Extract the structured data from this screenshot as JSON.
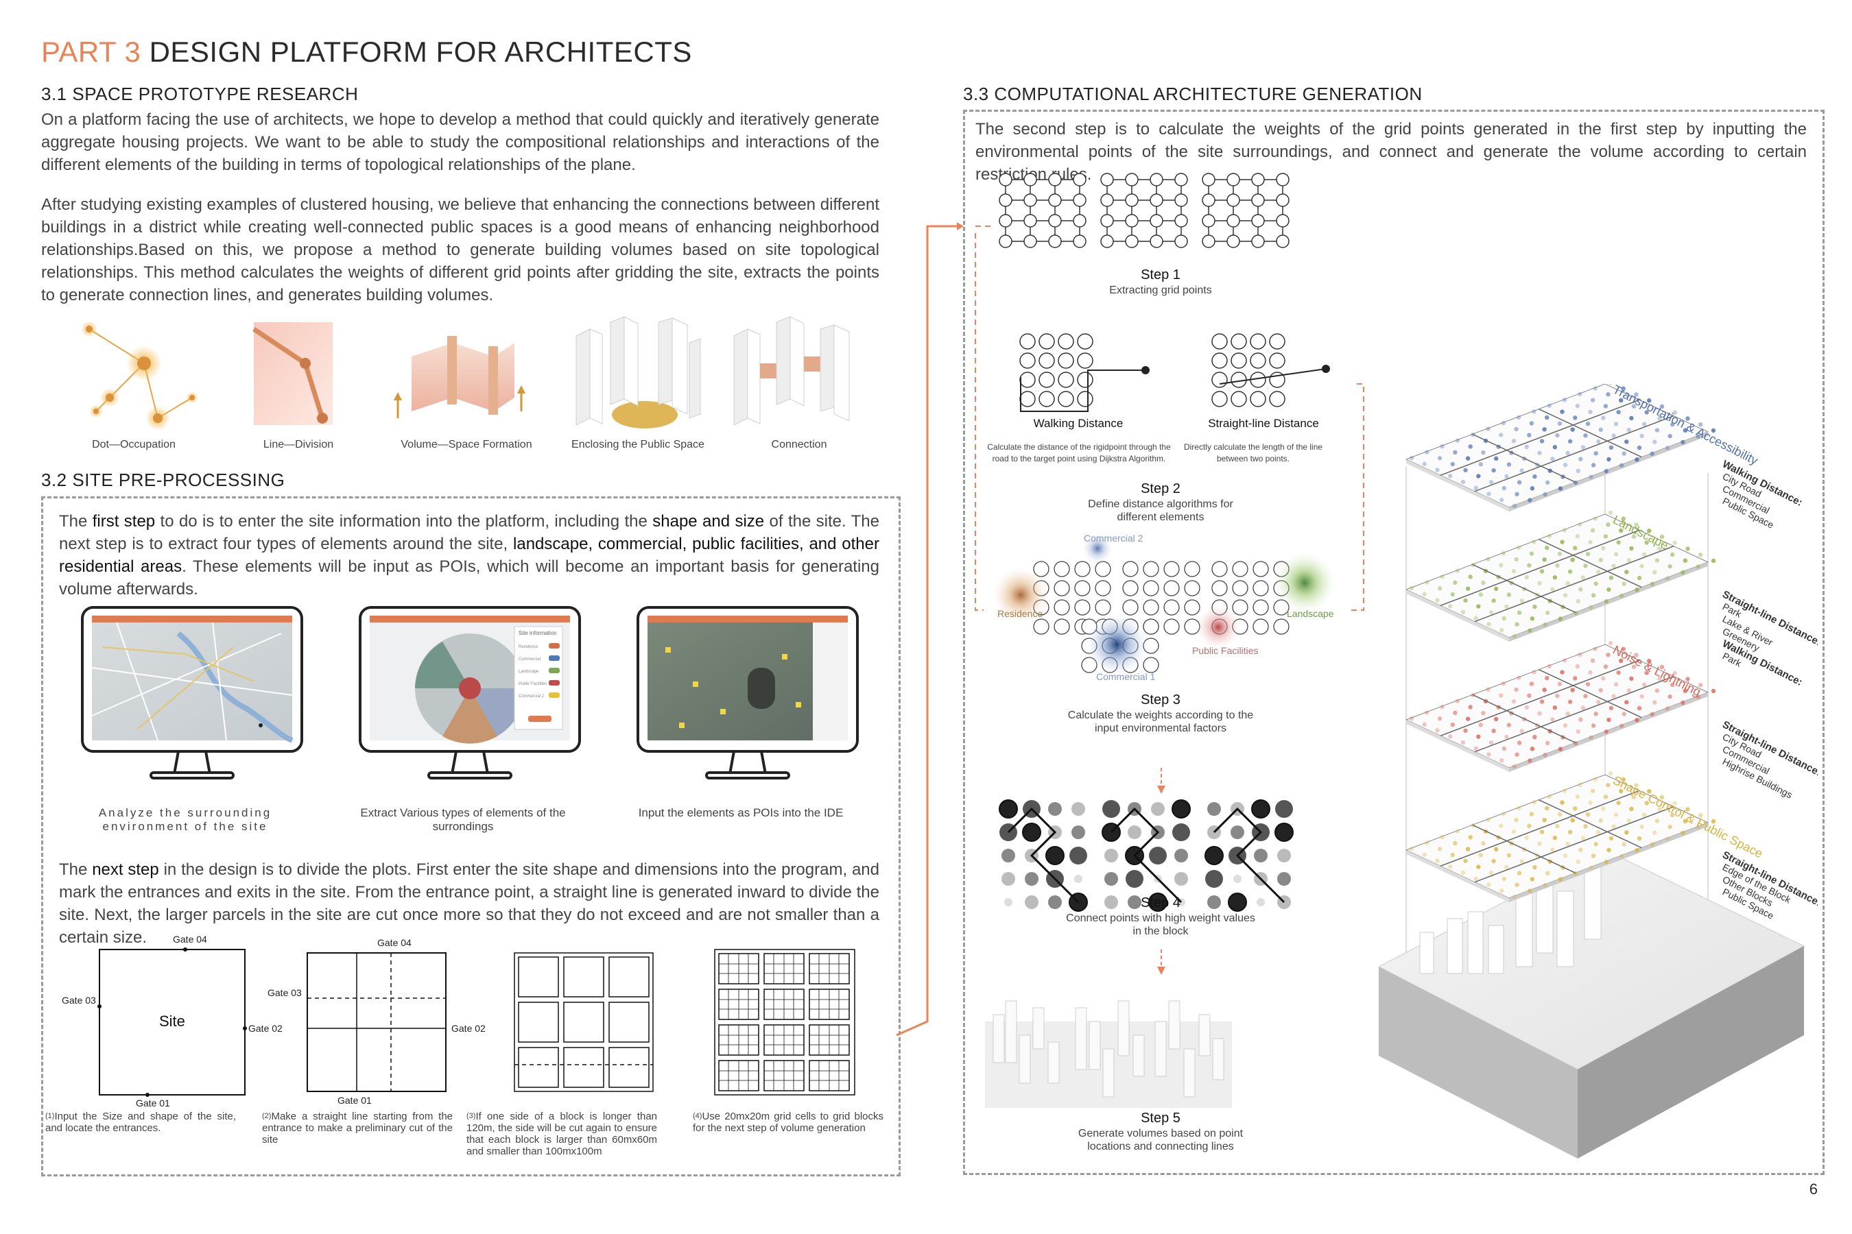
{
  "page": {
    "title_accent": "PART 3",
    "title_main": "DESIGN PLATFORM FOR ARCHITECTS",
    "page_number": "6"
  },
  "section31": {
    "heading": "3.1 SPACE PROTOTYPE RESEARCH",
    "para1": "On a platform facing the use of architects, we hope to develop a method that could quickly and iteratively generate aggregate housing projects. We want to be able to study the compositional relationships and interactions of the different elements of the building in terms of topological relationships of the plane.",
    "para2": "After studying existing examples of clustered housing, we believe that enhancing the connections between different buildings in a district while creating well-connected public spaces is a good means of enhancing neighborhood relationships.Based on this, we propose a method to generate building volumes based on site topological relationships. This method calculates the weights of different grid points after gridding the site, extracts the points to generate connection lines, and generates building volumes.",
    "prototypes": [
      "Dot—Occupation",
      "Line—Division",
      "Volume—Space Formation",
      "Enclosing the Public Space",
      "Connection"
    ]
  },
  "section32": {
    "heading": "3.2 SITE PRE-PROCESSING",
    "para1_a": "The ",
    "para1_b": "first step",
    "para1_c": " to do is to enter the site information into the platform, including the ",
    "para1_d": "shape and size",
    "para1_e": " of the site. The next step is to extract four types of elements around the site, ",
    "para1_f": "landscape, commercial, public facilities, and other residential areas",
    "para1_g": ". These elements will be input as POIs, which will become an important basis for generating volume afterwards.",
    "monitors": [
      {
        "caption": "Analyze the surrounding environment of the site"
      },
      {
        "caption": "Extract Various types of elements of the surrondings"
      },
      {
        "caption": "Input the elements as POIs into the IDE"
      }
    ],
    "site_info_title": "Site information",
    "site_info_rows": [
      "Residence",
      "Commercial",
      "Landscape",
      "Public Facilities",
      "Commercial 2"
    ],
    "para2_a": "The ",
    "para2_b": "next step",
    "para2_c": " in the design is to divide the plots. First enter the site shape and dimensions into the program, and mark the entrances and exits in the site. From the entrance point, a straight line is generated inward to divide the site. Next, the larger parcels in the site are cut once more so that they do not exceed and are not smaller than a certain size.",
    "gates": {
      "g1": "Gate 01",
      "g2": "Gate 02",
      "g3": "Gate 03",
      "g4": "Gate 04",
      "site": "Site"
    },
    "plot_captions": [
      {
        "num": "(1)",
        "text": "Input the Size and shape of the site, and locate the entrances."
      },
      {
        "num": "(2)",
        "text": "Make a straight line starting from the entrance to make a preliminary cut of the site"
      },
      {
        "num": "(3)",
        "text": "If one side of a block is longer than 120m, the side will be cut again to ensure that each block is larger than 60mx60m and smaller than 100mx100m"
      },
      {
        "num": "(4)",
        "text": "Use 20mx20m grid cells to grid blocks for the next step of volume generation"
      }
    ]
  },
  "section33": {
    "heading": "3.3 COMPUTATIONAL ARCHITECTURE GENERATION",
    "intro": "The second step is to calculate the weights of the grid points generated in the first step by inputting the environmental points of the site surroundings, and connect and generate the volume according to certain restriction rules.",
    "step1_title": "Step 1",
    "step1_desc": "Extracting grid points",
    "walking_title": "Walking Distance",
    "walking_desc": "Calculate the distance of the rigidpoint through the road to the target point using Dijkstra Algorithm.",
    "straight_title": "Straight-line Distance",
    "straight_desc": "Directly calculate the length of the line between two points.",
    "step2_title": "Step 2",
    "step2_desc": "Define distance algorithms for different elements",
    "pois": {
      "residence": "Residence",
      "commercial2": "Commercial 2",
      "landscape": "Landscape",
      "public": "Public Facilities",
      "commercial1": "Commercial 1"
    },
    "step3_title": "Step 3",
    "step3_desc": "Calculate the weights according to the input environmental factors",
    "step4_title": "Step 4",
    "step4_desc": "Connect points with high weight values in the block",
    "step5_title": "Step 5",
    "step5_desc": "Generate volumes based on point locations and connecting lines",
    "layers": [
      {
        "name": "Transportation & Accessibility",
        "color": "#4f6fb0",
        "notes": [
          "Walking Distance:",
          "City Road",
          "Commercial",
          "Public Space"
        ]
      },
      {
        "name": "Landscape",
        "color": "#8fb34a",
        "notes": [
          "Straight-line Distance:",
          "Park",
          "Lake & River",
          "Greenery",
          "Walking Distance:",
          "Park"
        ]
      },
      {
        "name": "Noise & Lightning",
        "color": "#d9655a",
        "notes": [
          "Straight-line Distance:",
          "City Road",
          "Commercial",
          "Highrise Buildings"
        ]
      },
      {
        "name": "Shape Control & Public Space",
        "color": "#d8b43c",
        "notes": [
          "Straight-line Distance:",
          "Edge of the Block",
          "Other Blocks",
          "Public Space"
        ]
      }
    ]
  },
  "colors": {
    "accent": "#e8835a",
    "dash": "#9a9a9a"
  }
}
